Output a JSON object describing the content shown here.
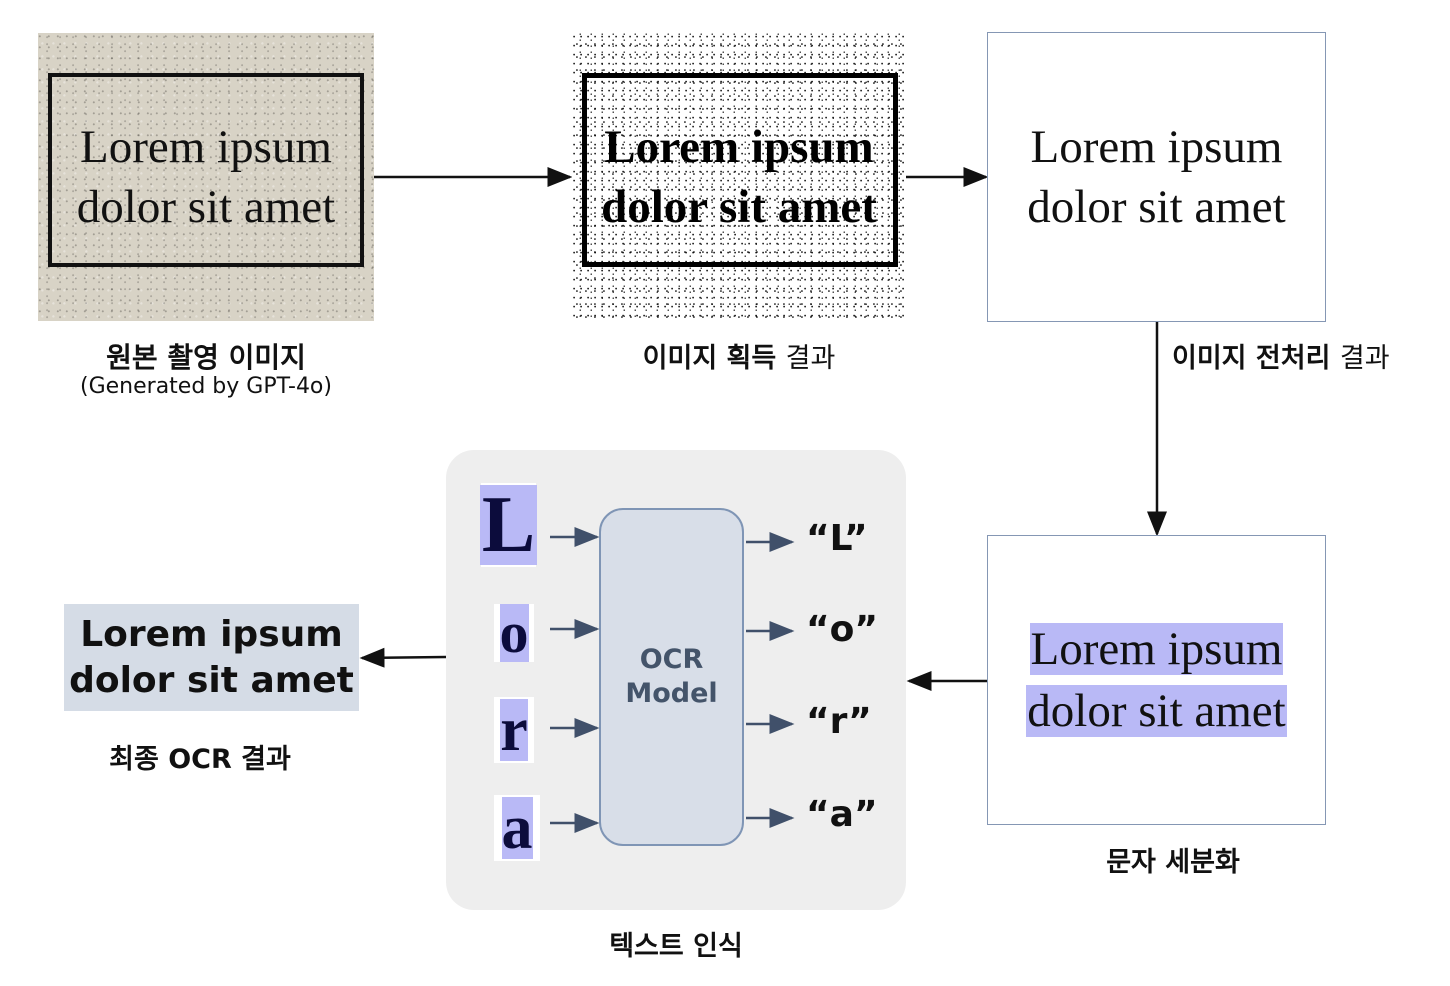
{
  "captions": {
    "original": "원본 촬영 이미지",
    "original_sub": "(Generated by GPT-4o)",
    "acquisition_bold": "이미지 획득",
    "acquisition_light": "결과",
    "preprocess_bold": "이미지 전처리",
    "preprocess_light": "결과",
    "segmentation": "문자 세분화",
    "recognition": "텍스트 인식",
    "final": "최종 OCR 결과"
  },
  "sample_text": {
    "line1": "Lorem ipsum",
    "line2": "dolor sit amet"
  },
  "ocr_model": {
    "line1": "OCR",
    "line2": "Model"
  },
  "characters": [
    {
      "glyph": "L",
      "output": "“L”"
    },
    {
      "glyph": "o",
      "output": "“o”"
    },
    {
      "glyph": "r",
      "output": "“r”"
    },
    {
      "glyph": "a",
      "output": "“a”"
    }
  ],
  "final_result": {
    "line1": "Lorem ipsum",
    "line2": "dolor sit amet"
  },
  "colors": {
    "highlight": "#b9b9f6",
    "model_fill": "#d8dee8",
    "model_border": "#7f95b5",
    "arrow_blue": "#40506a",
    "panel_border": "#8597b4",
    "result_fill": "#d5dce6",
    "recognition_bg": "#eeeeee"
  }
}
